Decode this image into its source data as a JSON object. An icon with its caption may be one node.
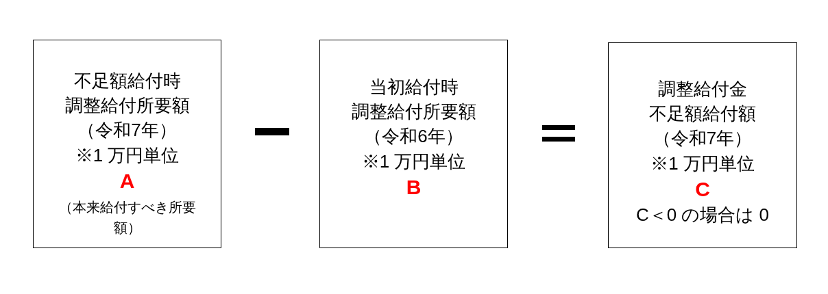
{
  "diagram": {
    "nodes": [
      {
        "text": [
          "不足額給付時",
          "調整給付所要額",
          "（令和7年）",
          "※1 万円単位",
          "A",
          "（本来給付すべき所要額）"
        ]
      },
      {
        "text": [
          "当初給付時",
          "調整給付所要額",
          "（令和6年）",
          "※1 万円単位",
          "B"
        ]
      },
      {
        "text": [
          "調整給付金",
          "不足額給付額",
          "（令和7年）",
          "※1 万円単位",
          "C",
          "C＜0 の場合は 0"
        ]
      }
    ]
  }
}
